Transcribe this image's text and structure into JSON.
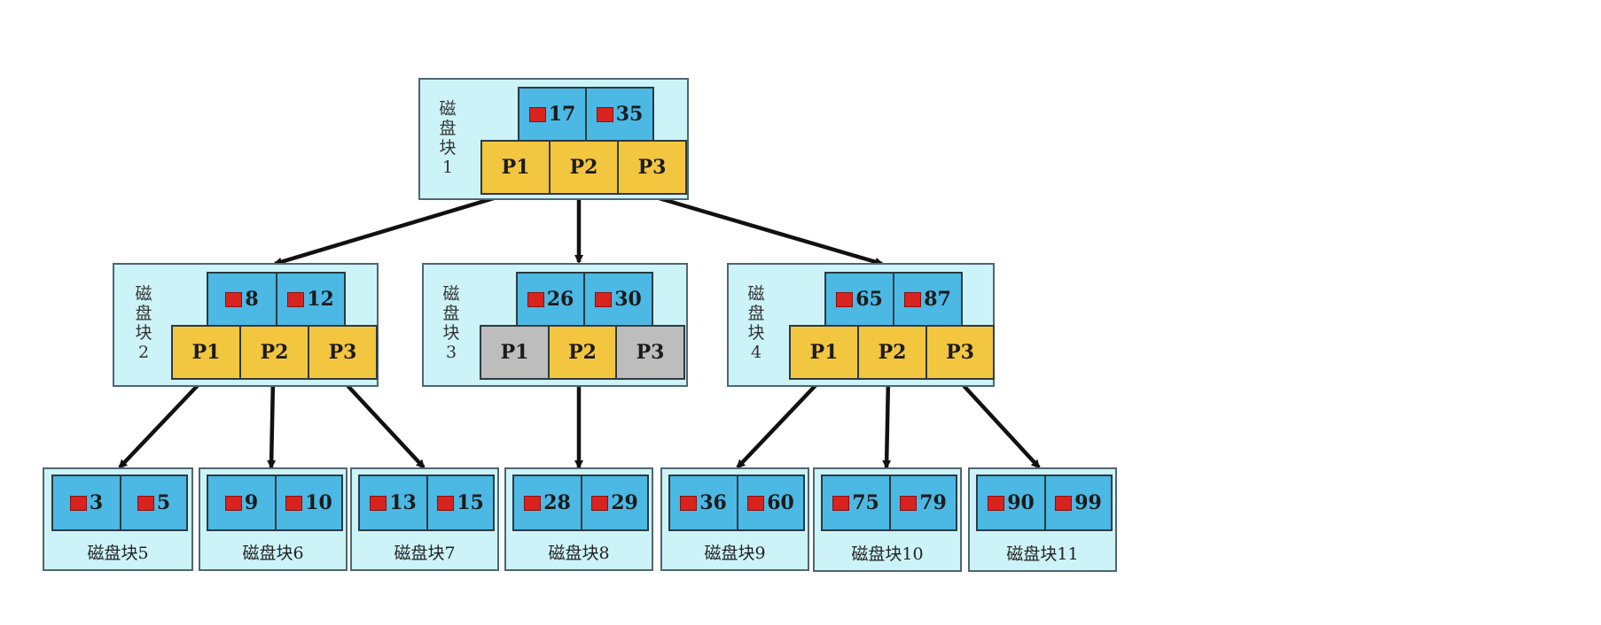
{
  "diagram": {
    "root": {
      "label_chars": [
        "磁",
        "盘",
        "块",
        "1"
      ],
      "keys": [
        "17",
        "35"
      ],
      "pointers": [
        "P1",
        "P2",
        "P3"
      ]
    },
    "level2": [
      {
        "label_chars": [
          "磁",
          "盘",
          "块",
          "2"
        ],
        "keys": [
          "8",
          "12"
        ],
        "pointers": [
          "P1",
          "P2",
          "P3"
        ]
      },
      {
        "label_chars": [
          "磁",
          "盘",
          "块",
          "3"
        ],
        "keys": [
          "26",
          "30"
        ],
        "pointers": [
          "P1",
          "P2",
          "P3"
        ]
      },
      {
        "label_chars": [
          "磁",
          "盘",
          "块",
          "4"
        ],
        "keys": [
          "65",
          "87"
        ],
        "pointers": [
          "P1",
          "P2",
          "P3"
        ]
      }
    ],
    "leaves": [
      {
        "label": "磁盘块5",
        "keys": [
          "3",
          "5"
        ]
      },
      {
        "label": "磁盘块6",
        "keys": [
          "9",
          "10"
        ]
      },
      {
        "label": "磁盘块7",
        "keys": [
          "13",
          "15"
        ]
      },
      {
        "label": "磁盘块8",
        "keys": [
          "28",
          "29"
        ]
      },
      {
        "label": "磁盘块9",
        "keys": [
          "36",
          "60"
        ]
      },
      {
        "label": "磁盘块10",
        "keys": [
          "75",
          "79"
        ]
      },
      {
        "label": "磁盘块11",
        "keys": [
          "90",
          "99"
        ]
      }
    ],
    "colors": {
      "block_bg": "#ccf3f8",
      "key_cell": "#4cb8e4",
      "pointer_cell": "#f3c63f",
      "pointer_unused": "#bdbdbd",
      "data_marker": "#d8231f"
    }
  }
}
